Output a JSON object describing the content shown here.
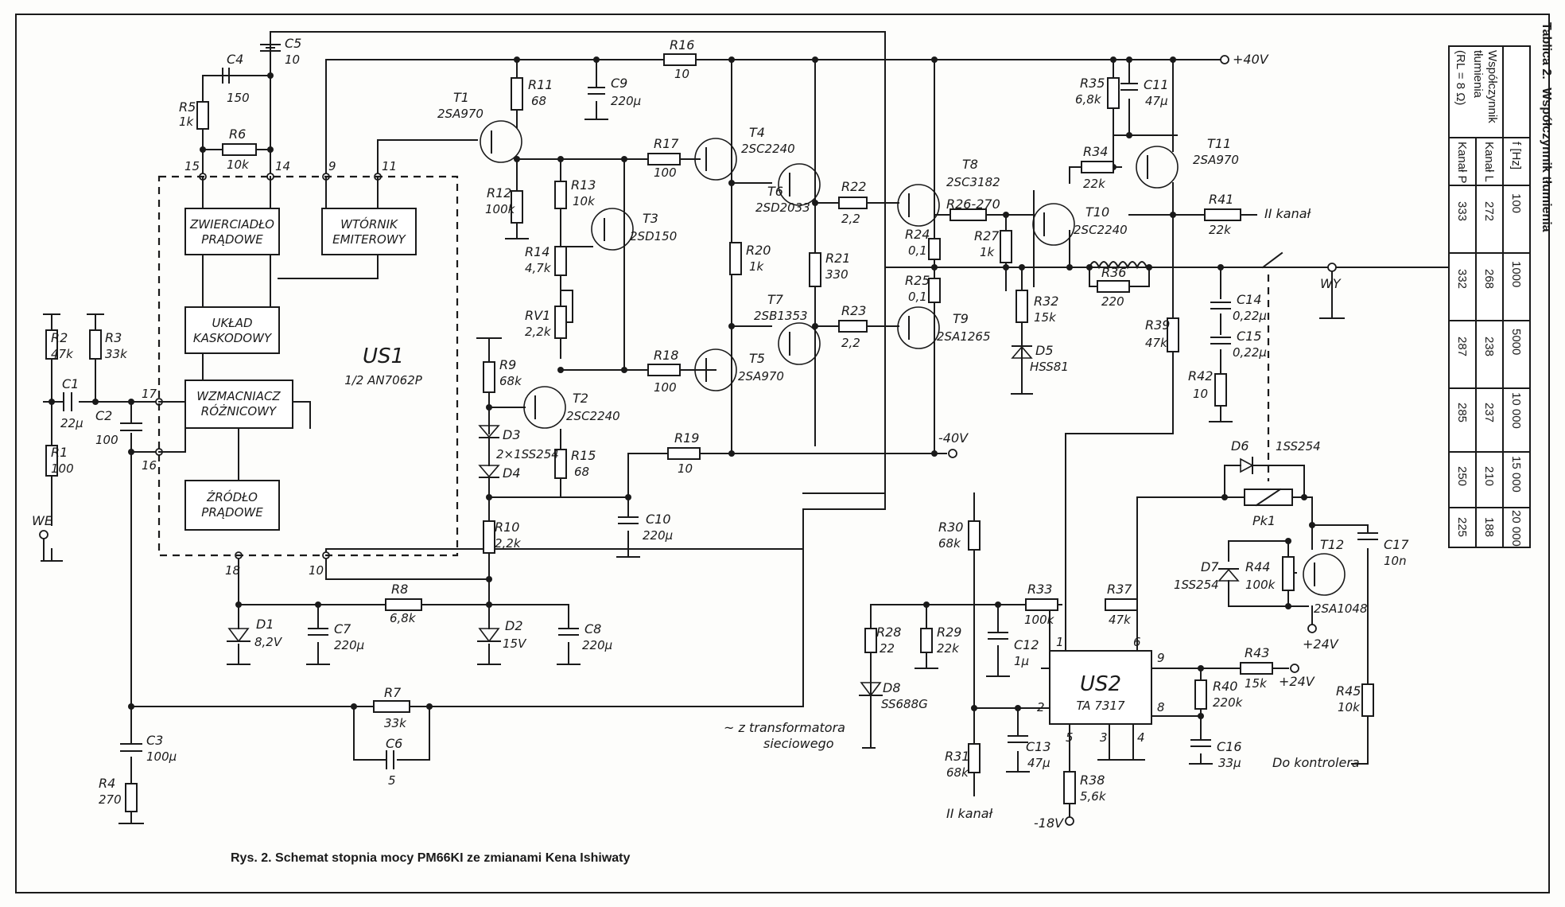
{
  "caption": "Rys. 2. Schemat  stopnia mocy PM66KI ze zmianami Kena Ishiwaty",
  "us1": {
    "name": "US1",
    "type": "1/2 AN7062P",
    "blocks": [
      "ZWIERCIADŁO",
      "PRĄDOWE",
      "WTÓRNIK",
      "EMITEROWY",
      "UKŁAD",
      "KASKODOWY",
      "WZMACNIACZ",
      "RÓŻNICOWY",
      "ŹRÓDŁO",
      "PRĄDOWE"
    ],
    "pins": [
      "15",
      "14",
      "9",
      "11",
      "17",
      "16",
      "18",
      "10"
    ]
  },
  "us2": {
    "name": "US2",
    "type": "TA 7317",
    "pins": [
      "1",
      "6",
      "9",
      "8",
      "2",
      "5",
      "3",
      "4"
    ]
  },
  "rails": {
    "pos40": "+40V",
    "neg40": "-40V",
    "pos24a": "+24V",
    "pos24b": "+24V",
    "neg18": "-18V"
  },
  "terminals": {
    "input": "WE",
    "output": "WY",
    "channel2_a": "II kanał",
    "channel2_b": "II kanał",
    "transformer": "~ z  transformatora",
    "transformer2": "sieciowego",
    "controller": "Do kontrolera"
  },
  "components": [
    {
      "ref": "C5",
      "val": "10"
    },
    {
      "ref": "C4",
      "val": "150"
    },
    {
      "ref": "R5",
      "val": "1k"
    },
    {
      "ref": "R6",
      "val": "10k"
    },
    {
      "ref": "R16",
      "val": "10"
    },
    {
      "ref": "R11",
      "val": "68"
    },
    {
      "ref": "C9",
      "val": "220µ"
    },
    {
      "ref": "T1",
      "val": "2SA970"
    },
    {
      "ref": "R17",
      "val": "100"
    },
    {
      "ref": "T4",
      "val": "2SC2240"
    },
    {
      "ref": "R12",
      "val": "100k"
    },
    {
      "ref": "R13",
      "val": "10k"
    },
    {
      "ref": "T3",
      "val": "2SD150"
    },
    {
      "ref": "T6",
      "val": "2SD2033"
    },
    {
      "ref": "R22",
      "val": "2,2"
    },
    {
      "ref": "T8",
      "val": "2SC3182"
    },
    {
      "ref": "R14",
      "val": "4,7k"
    },
    {
      "ref": "R20",
      "val": "1k"
    },
    {
      "ref": "R21",
      "val": "330"
    },
    {
      "ref": "R24",
      "val": "0,1"
    },
    {
      "ref": "R26-270",
      "val": ""
    },
    {
      "ref": "R27",
      "val": "1k"
    },
    {
      "ref": "T10",
      "val": "2SC2240"
    },
    {
      "ref": "RV1",
      "val": "2,2k"
    },
    {
      "ref": "T7",
      "val": "2SB1353"
    },
    {
      "ref": "R23",
      "val": "2,2"
    },
    {
      "ref": "R25",
      "val": "0,1"
    },
    {
      "ref": "T9",
      "val": "2SA1265"
    },
    {
      "ref": "R18",
      "val": "100"
    },
    {
      "ref": "T5",
      "val": "2SA970"
    },
    {
      "ref": "R9",
      "val": "68k"
    },
    {
      "ref": "T2",
      "val": "2SC2240"
    },
    {
      "ref": "D3",
      "val": ""
    },
    {
      "ref": "2×1SS254",
      "val": ""
    },
    {
      "ref": "D4",
      "val": ""
    },
    {
      "ref": "R15",
      "val": "68"
    },
    {
      "ref": "R19",
      "val": "10"
    },
    {
      "ref": "C10",
      "val": "220µ"
    },
    {
      "ref": "R10",
      "val": "2,2k"
    },
    {
      "ref": "R35",
      "val": "6,8k"
    },
    {
      "ref": "C11",
      "val": "47µ"
    },
    {
      "ref": "R34",
      "val": "22k"
    },
    {
      "ref": "T11",
      "val": "2SA970"
    },
    {
      "ref": "R41",
      "val": "22k"
    },
    {
      "ref": "R36",
      "val": "220"
    },
    {
      "ref": "R32",
      "val": "15k"
    },
    {
      "ref": "D5",
      "val": "HSS81"
    },
    {
      "ref": "C14",
      "val": "0,22µ"
    },
    {
      "ref": "C15",
      "val": "0,22µ"
    },
    {
      "ref": "R39",
      "val": "47k"
    },
    {
      "ref": "R42",
      "val": "10"
    },
    {
      "ref": "R2",
      "val": "47k"
    },
    {
      "ref": "R3",
      "val": "33k"
    },
    {
      "ref": "C1",
      "val": "22µ"
    },
    {
      "ref": "C2",
      "val": "100"
    },
    {
      "ref": "R1",
      "val": "100"
    },
    {
      "ref": "D1",
      "val": "8,2V"
    },
    {
      "ref": "C7",
      "val": "220µ"
    },
    {
      "ref": "R8",
      "val": "6,8k"
    },
    {
      "ref": "D2",
      "val": "15V"
    },
    {
      "ref": "C8",
      "val": "220µ"
    },
    {
      "ref": "R7",
      "val": "33k"
    },
    {
      "ref": "C6",
      "val": "5"
    },
    {
      "ref": "C3",
      "val": "100µ"
    },
    {
      "ref": "R4",
      "val": "270"
    },
    {
      "ref": "D6",
      "val": "1SS254"
    },
    {
      "ref": "Pk1",
      "val": ""
    },
    {
      "ref": "C17",
      "val": "10n"
    },
    {
      "ref": "D7",
      "val": "1SS254"
    },
    {
      "ref": "R44",
      "val": "100k"
    },
    {
      "ref": "T12",
      "val": "2SA1048"
    },
    {
      "ref": "R30",
      "val": "68k"
    },
    {
      "ref": "R33",
      "val": "100k"
    },
    {
      "ref": "R37",
      "val": "47k"
    },
    {
      "ref": "R28",
      "val": "22"
    },
    {
      "ref": "R29",
      "val": "22k"
    },
    {
      "ref": "C12",
      "val": "1µ"
    },
    {
      "ref": "D8",
      "val": "SS688G"
    },
    {
      "ref": "R43",
      "val": "15k"
    },
    {
      "ref": "R40",
      "val": "220k"
    },
    {
      "ref": "C13",
      "val": "47µ"
    },
    {
      "ref": "C16",
      "val": "33µ"
    },
    {
      "ref": "R31",
      "val": "68k"
    },
    {
      "ref": "R38",
      "val": "5,6k"
    },
    {
      "ref": "R45",
      "val": "10k"
    }
  ],
  "table": {
    "title_prefix": "Tablica 2.",
    "title": "Współczynnik tłumienia",
    "header": [
      "f [Hz]",
      "100",
      "1000",
      "5000",
      "10 000",
      "15 000",
      "20 000"
    ],
    "row_label": [
      "Współczynnik",
      "tłumienia",
      "(RL = 8 Ω)"
    ],
    "rows": [
      {
        "label": "Kanał L",
        "values": [
          "272",
          "268",
          "238",
          "237",
          "210",
          "188"
        ]
      },
      {
        "label": "Kanał P",
        "values": [
          "333",
          "332",
          "287",
          "285",
          "250",
          "225"
        ]
      }
    ]
  }
}
